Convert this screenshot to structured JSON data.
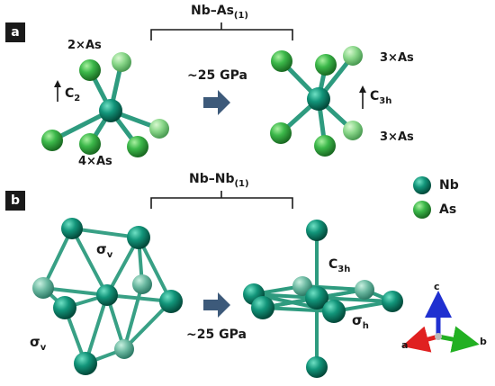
{
  "colors": {
    "nb": "#0c8a70",
    "as": "#3cb84a",
    "bond": "#2e9b7f",
    "arrow": "#3d5a7a",
    "axis_a": "#e02020",
    "axis_b": "#22b022",
    "axis_c": "#2030d0"
  },
  "panel_a": {
    "tag": "a",
    "bracket_label": "Nb–As",
    "bracket_sub": "(1)",
    "label_top_left": "2×As",
    "label_bottom_left": "4×As",
    "symmetry_left": "C",
    "symmetry_left_sub": "2",
    "pressure": "~25 GPa",
    "label_top_right": "3×As",
    "label_bottom_right": "3×As",
    "symmetry_right": "C",
    "symmetry_right_sub": "3h"
  },
  "panel_b": {
    "tag": "b",
    "bracket_label": "Nb–Nb",
    "bracket_sub": "(1)",
    "sigma_v_top": "σ",
    "sigma_v_top_sub": "v",
    "sigma_v_bottom": "σ",
    "sigma_v_bottom_sub": "v",
    "pressure": "~25 GPa",
    "symmetry_right": "C",
    "symmetry_right_sub": "3h",
    "sigma_h": "σ",
    "sigma_h_sub": "h"
  },
  "legend": [
    {
      "label": "Nb",
      "element": "nb"
    },
    {
      "label": "As",
      "element": "as"
    }
  ],
  "axes": {
    "a": "a",
    "b": "b",
    "c": "c"
  }
}
